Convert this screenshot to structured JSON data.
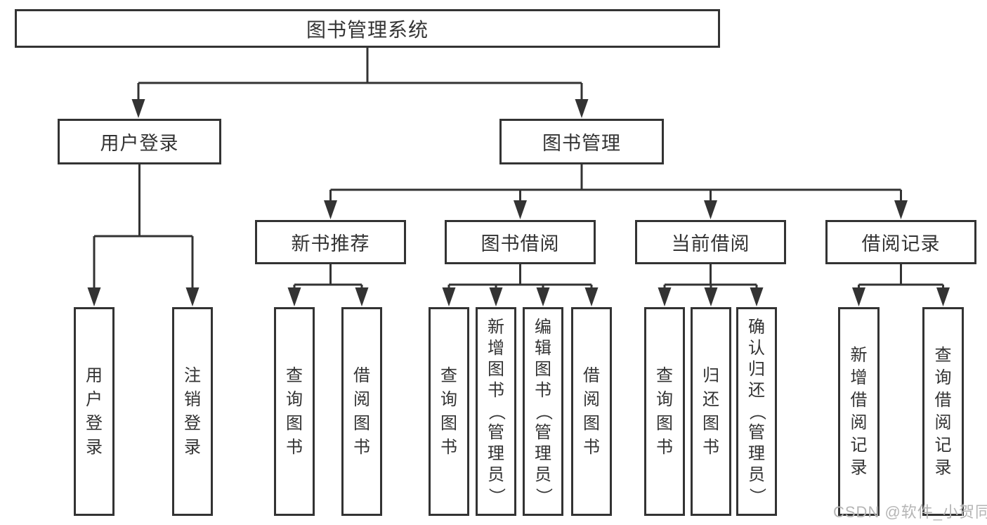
{
  "nodes": {
    "root": "图书管理系统",
    "user_login": "用户登录",
    "book_mgmt": "图书管理",
    "new_book_rec": "新书推荐",
    "book_borrow": "图书借阅",
    "current_borrow": "当前借阅",
    "borrow_record": "借阅记录",
    "leaf_user_login": "用户登录",
    "leaf_logout": "注销登录",
    "leaf_query_book_a": "查询图书",
    "leaf_borrow_book_a": "借阅图书",
    "leaf_query_book_b": "查询图书",
    "leaf_add_book": "新增图书（管理员）",
    "leaf_edit_book": "编辑图书（管理员）",
    "leaf_borrow_book_b": "借阅图书",
    "leaf_query_book_c": "查询图书",
    "leaf_return_book": "归还图书",
    "leaf_confirm_return": "确认归还（管理员）",
    "leaf_add_record": "新增借阅记录",
    "leaf_query_record": "查询借阅记录"
  },
  "watermark": "CSDN @软件_小贺同学",
  "colors": {
    "line": "#333333",
    "text": "#333333",
    "watermark": "#b5b5b5",
    "background": "#ffffff"
  }
}
